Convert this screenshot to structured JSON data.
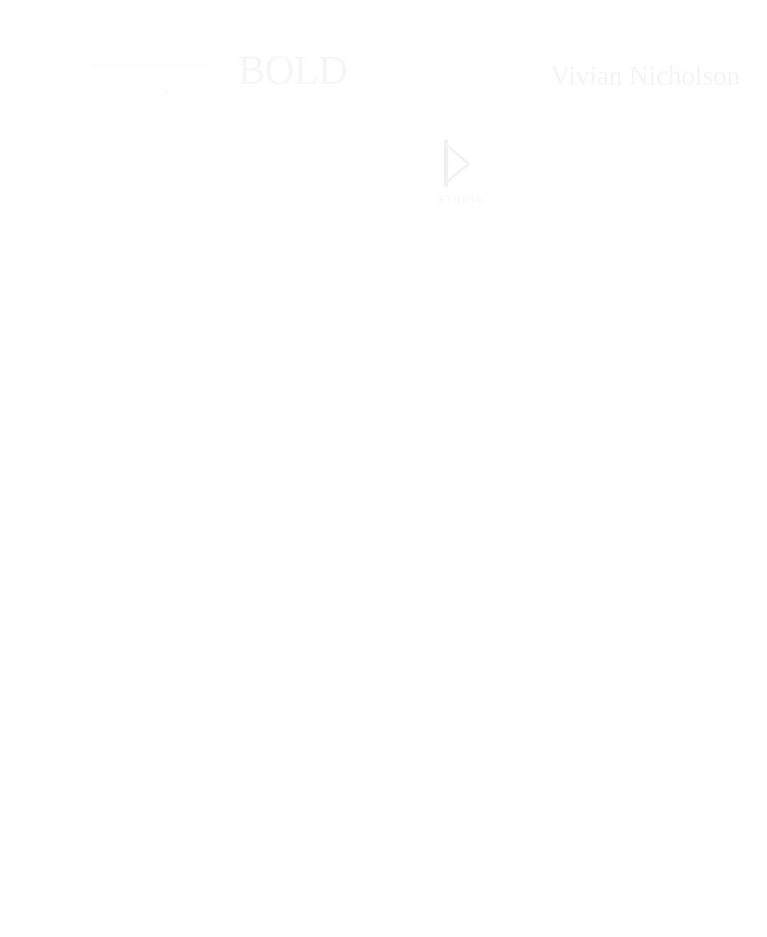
{
  "header": {
    "brand_text": "BOLD",
    "right_link_text": "Vivian Nicholson"
  },
  "center_mark": {
    "caption": "STUDIO",
    "icon": "play-mark-icon"
  },
  "colors": {
    "background": "#ffffff",
    "ghost_text": "#f4f4f4"
  }
}
